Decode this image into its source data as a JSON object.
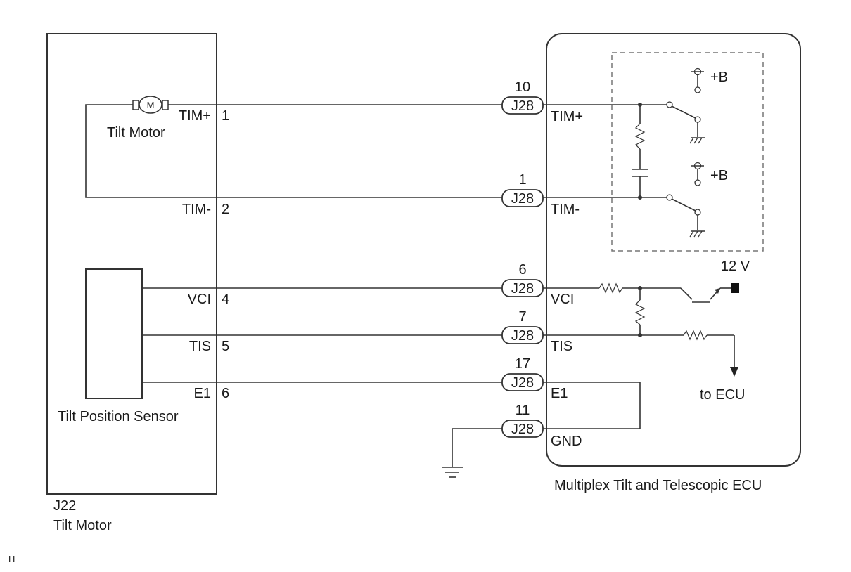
{
  "component_left": {
    "code": "J22",
    "name": "Tilt Motor",
    "motor_label": "Tilt Motor",
    "motor_symbol": "M",
    "sensor_label": "Tilt Position Sensor"
  },
  "component_right": {
    "name": "Multiplex Tilt and Telescopic ECU"
  },
  "pins": [
    {
      "name": "TIM+",
      "left_pin": "1",
      "connector": "J28",
      "ecu_pin": "10",
      "ecu_label": "TIM+"
    },
    {
      "name": "TIM-",
      "left_pin": "2",
      "connector": "J28",
      "ecu_pin": "1",
      "ecu_label": "TIM-"
    },
    {
      "name": "VCI",
      "left_pin": "4",
      "connector": "J28",
      "ecu_pin": "6",
      "ecu_label": "VCI"
    },
    {
      "name": "TIS",
      "left_pin": "5",
      "connector": "J28",
      "ecu_pin": "7",
      "ecu_label": "TIS"
    },
    {
      "name": "E1",
      "left_pin": "6",
      "connector": "J28",
      "ecu_pin": "17",
      "ecu_label": "E1"
    }
  ],
  "ground_connector": {
    "connector": "J28",
    "ecu_pin": "11",
    "ecu_label": "GND"
  },
  "internal": {
    "supply_1": "+B",
    "supply_2": "+B",
    "voltage": "12 V",
    "to_ecu": "to ECU"
  },
  "footer_mark": "H"
}
